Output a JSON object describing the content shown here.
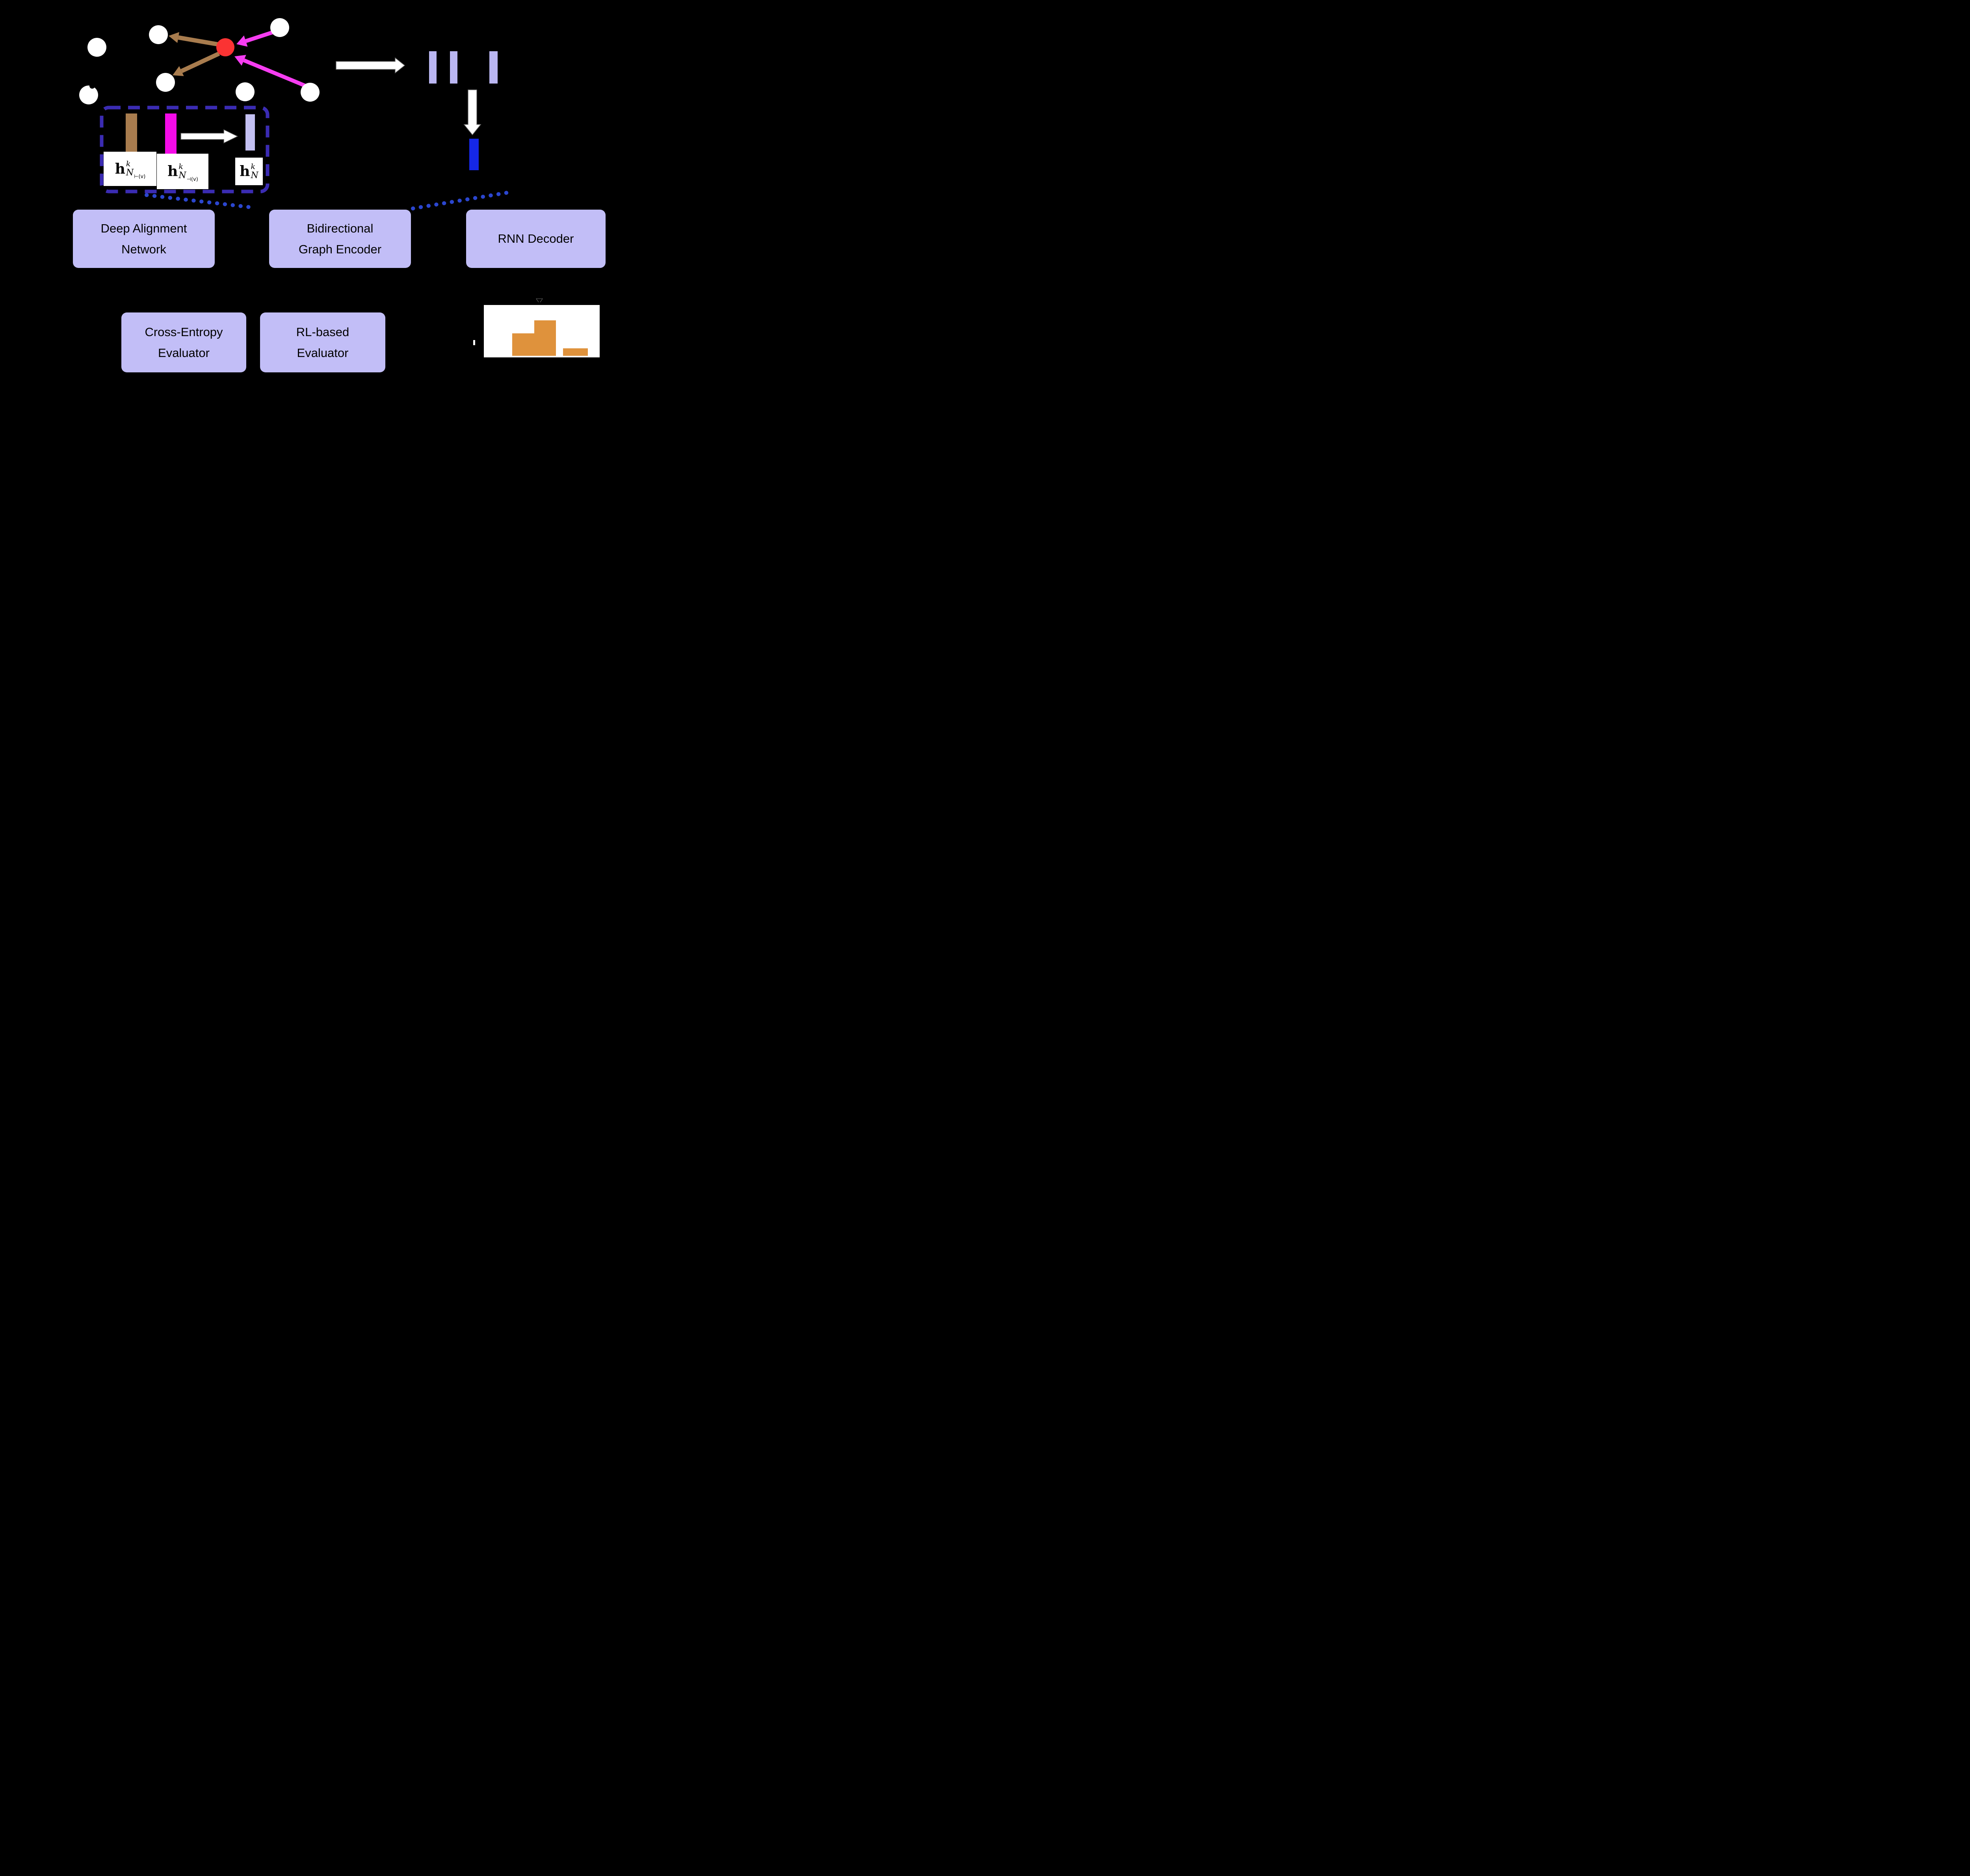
{
  "figure": {
    "background": "#000000",
    "graph": {
      "node_color": "#ffffff",
      "center_node_color": "#fb3333",
      "out_edge_color": "#a87c4e",
      "in_edge_color": "#f73df2",
      "node_count": 8
    },
    "detail_box": {
      "border_color": "#3b2cb3",
      "connector_color": "#2b46cf",
      "bars": [
        {
          "name": "forward-neighborhood-vector",
          "color": "#a87c4e",
          "label": {
            "base": "h",
            "sup": "k",
            "sub_main": "N",
            "sub_detail": "⊢(v)"
          }
        },
        {
          "name": "backward-neighborhood-vector",
          "color": "#f50be8",
          "label": {
            "base": "h",
            "sup": "k",
            "sub_main": "N",
            "sub_detail": "⊣(v)"
          }
        },
        {
          "name": "aggregated-neighborhood-vector",
          "color": "#c3c0f2",
          "label": {
            "base": "h",
            "sup": "k",
            "sub_main": "N",
            "sub_detail": ""
          }
        }
      ]
    },
    "encoder_output": {
      "hidden_bar_color": "#bab6f2",
      "hidden_bar_count": 3,
      "decoder_input_vector_color": "#1527e6"
    },
    "module_fill": "#c2bef7",
    "modules": [
      {
        "id": "deep-alignment-network",
        "lines": [
          "Deep Alignment",
          "Network"
        ]
      },
      {
        "id": "bidirectional-graph-encoder",
        "lines": [
          "Bidirectional",
          "Graph Encoder"
        ]
      },
      {
        "id": "rnn-decoder",
        "lines": [
          "RNN Decoder",
          ""
        ]
      },
      {
        "id": "cross-entropy-evaluator",
        "lines": [
          "Cross-Entropy",
          "Evaluator"
        ]
      },
      {
        "id": "rl-based-evaluator",
        "lines": [
          "RL-based",
          "Evaluator"
        ]
      }
    ],
    "chart_data": {
      "type": "bar",
      "categories": [
        "",
        "",
        ""
      ],
      "values": [
        0.63,
        1.0,
        0.21
      ],
      "title": "",
      "xlabel": "",
      "ylabel": "",
      "ylim": [
        0,
        1
      ],
      "grid": false,
      "axes_shown": false,
      "bar_color": "#df923c",
      "panel_background": "#ffffff",
      "panel_border_color": "#000000"
    }
  }
}
